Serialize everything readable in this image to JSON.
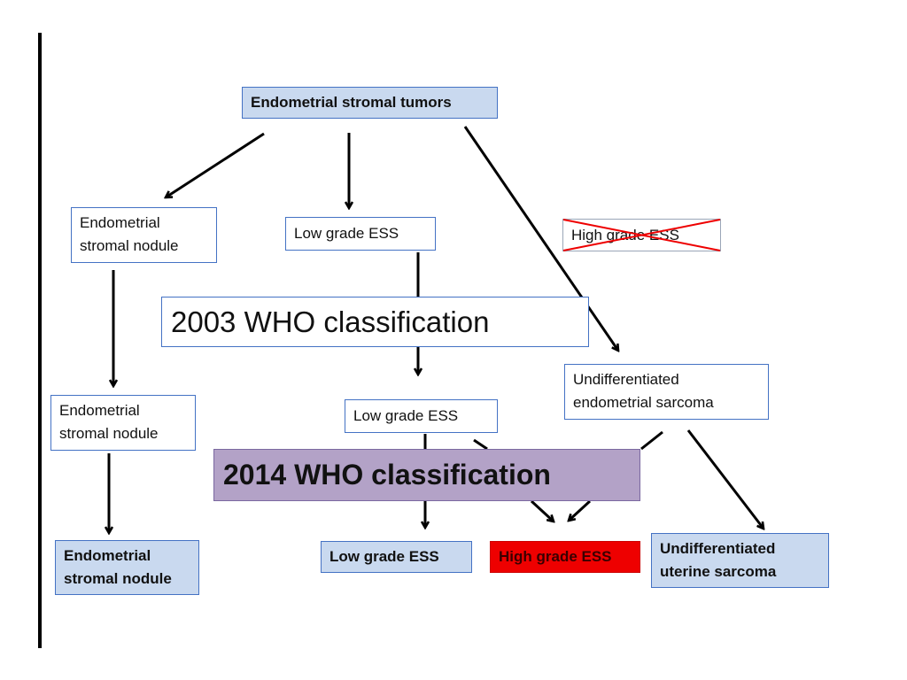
{
  "top_node": {
    "label": "Endometrial stromal tumors"
  },
  "tier_2003": {
    "nodule": {
      "line1": "Endometrial",
      "line2": "stromal nodule"
    },
    "low_grade": {
      "label": "Low grade ESS"
    },
    "high_grade_struck": {
      "label": "High grade ESS"
    }
  },
  "banner_2003": {
    "label": "2003 WHO classification"
  },
  "middle_tier": {
    "nodule": {
      "line1": "Endometrial",
      "line2": "stromal nodule"
    },
    "low_grade": {
      "label": "Low grade ESS"
    },
    "undifferentiated": {
      "line1": "Undifferentiated",
      "line2": "endometrial sarcoma"
    }
  },
  "banner_2014": {
    "label": "2014 WHO classification"
  },
  "tier_2014": {
    "nodule": {
      "line1": "Endometrial",
      "line2": "stromal nodule"
    },
    "low_grade": {
      "label": "Low grade ESS"
    },
    "high_grade": {
      "label": "High grade ESS"
    },
    "undifferentiated": {
      "line1": "Undifferentiated",
      "line2": "uterine sarcoma"
    }
  },
  "colors": {
    "box_border": "#4472c4",
    "blue_fill": "#c9d9ef",
    "banner_2014_fill": "#b3a2c7",
    "new_category_fill": "#ee0000",
    "strike_color": "#ee0000"
  }
}
